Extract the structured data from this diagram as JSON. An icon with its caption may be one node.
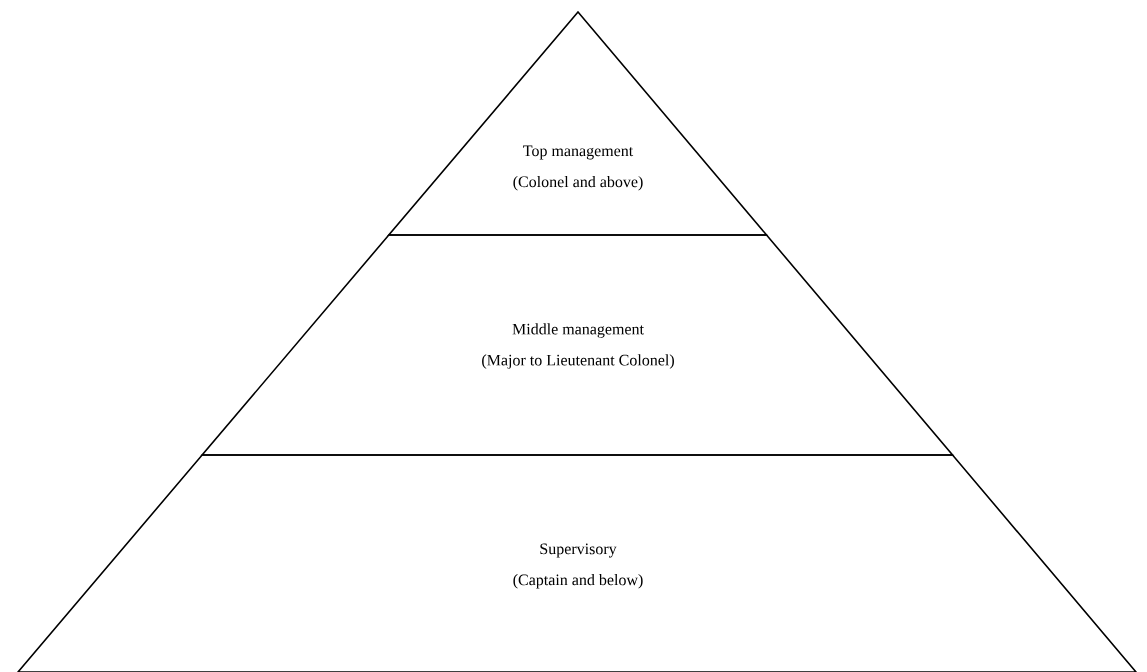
{
  "diagram": {
    "nodes": [
      {
        "text": [
          "Top management",
          "(Colonel and above)"
        ]
      },
      {
        "text": [
          "Middle management",
          "(Major to Lieutenant Colonel)"
        ]
      },
      {
        "text": [
          "Supervisory",
          "(Captain and below)"
        ]
      }
    ]
  }
}
